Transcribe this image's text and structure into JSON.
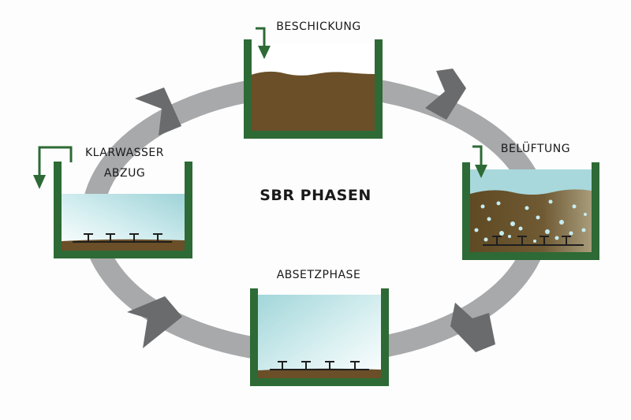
{
  "title": "SBR PHASEN",
  "phases": {
    "beschickung": "BESCHICKUNG",
    "belueftung": "BELÜFTUNG",
    "absetzphase": "ABSETZPHASE",
    "klarwasser_line1": "KLARWASSER",
    "klarwasser_line2": "ABZUG"
  },
  "colors": {
    "tank_green": "#2d6a35",
    "sludge_brown": "#6b4f28",
    "water_cyan": "#a8d8dc",
    "cycle_gray": "#a7a9ab",
    "arrow_gray": "#6a6b6d"
  }
}
